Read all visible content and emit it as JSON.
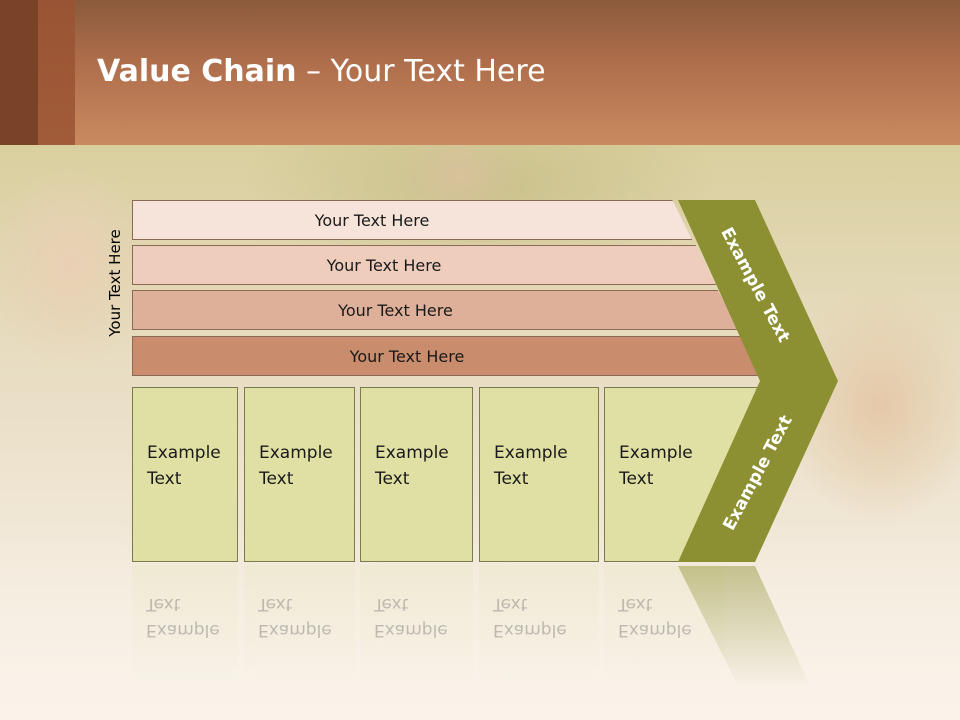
{
  "slide": {
    "title_bold": "Value Chain",
    "title_rest": " – Your Text Here",
    "vertical_label": "Your Text Here",
    "rows": [
      {
        "label": "Your Text Here",
        "color": "#f6e4da"
      },
      {
        "label": "Your Text Here",
        "color": "#eecdbd"
      },
      {
        "label": "Your Text Here",
        "color": "#dfb099"
      },
      {
        "label": "Your Text Here",
        "color": "#c98c6c"
      }
    ],
    "boxes": [
      {
        "line1": "Example",
        "line2": "Text"
      },
      {
        "line1": "Example",
        "line2": "Text"
      },
      {
        "line1": "Example",
        "line2": "Text"
      },
      {
        "line1": "Example",
        "line2": "Text"
      },
      {
        "line1": "Example",
        "line2": "Text"
      }
    ],
    "chevron_top": "Example Text",
    "chevron_bottom": "Example Text",
    "chevron_color": "#8c8f32"
  }
}
